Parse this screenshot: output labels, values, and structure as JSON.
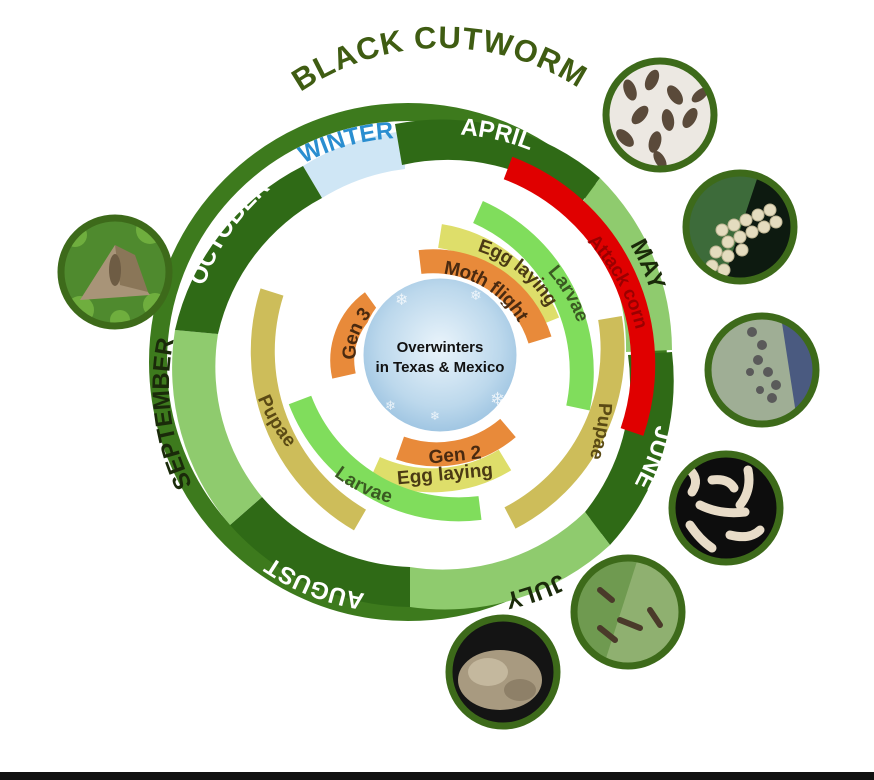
{
  "title": "BLACK CUTWORM",
  "center": {
    "line1": "Overwinters",
    "line2": "in Texas & Mexico"
  },
  "months": [
    {
      "key": "winter",
      "label": "WINTER"
    },
    {
      "key": "april",
      "label": "APRIL"
    },
    {
      "key": "may",
      "label": "MAY"
    },
    {
      "key": "june",
      "label": "JUNE"
    },
    {
      "key": "july",
      "label": "JULY"
    },
    {
      "key": "august",
      "label": "AUGUST"
    },
    {
      "key": "september",
      "label": "SEPTEMBER"
    },
    {
      "key": "october",
      "label": "OCTOBER"
    }
  ],
  "stages": {
    "attack_corn": "Attack corn",
    "larvae_gen1": "Larvae",
    "egg_laying_gen1": "Egg laying",
    "moth_flight": "Moth flight",
    "gen3": "Gen 3",
    "pupae_gen1": "Pupae",
    "gen2": "Gen 2",
    "egg_laying_gen2": "Egg laying",
    "larvae_gen2": "Larvae",
    "pupae_gen2": "Pupae"
  },
  "photos": [
    {
      "key": "moths-on-trap",
      "icon": "moths-on-trap-photo"
    },
    {
      "key": "eggs-on-leaf",
      "icon": "eggs-on-leaf-photo"
    },
    {
      "key": "hatching-eggs",
      "icon": "hatching-eggs-photo"
    },
    {
      "key": "larvae",
      "icon": "larvae-photo"
    },
    {
      "key": "larvae-on-leaf",
      "icon": "larvae-on-leaf-photo"
    },
    {
      "key": "curled-larva",
      "icon": "curled-larva-photo"
    },
    {
      "key": "adult-moth",
      "icon": "adult-moth-photo"
    }
  ],
  "colors": {
    "dark_green": "#2f6a16",
    "ring_green": "#3d7a1d",
    "light_green": "#8fcb6e",
    "pale_blue": "#cfe6f5",
    "winter_text": "#2a8ed0",
    "red": "#e00000",
    "larvae_green": "#80dd5c",
    "egg_yellow": "#dede6a",
    "orange": "#e88a3a",
    "pupae_tan": "#cdbd5a",
    "title_green": "#3f5c12"
  }
}
